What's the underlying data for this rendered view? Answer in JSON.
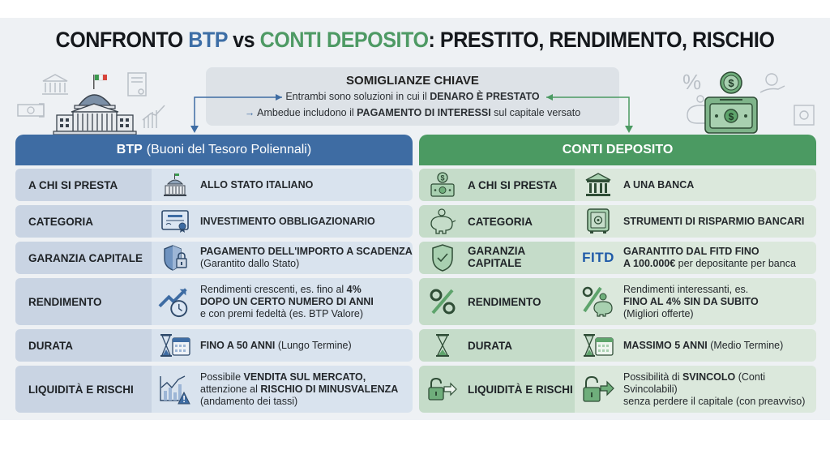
{
  "title": {
    "prefix": "CONFRONTO ",
    "btp": "BTP",
    "vs": " vs ",
    "conti": "CONTI DEPOSITO",
    "suffix": ": PRESTITO, RENDIMENTO, RISCHIO"
  },
  "similarities": {
    "heading": "SOMIGLIANZE CHIAVE",
    "line1_pre": "Entrambi sono soluzioni in cui il ",
    "line1_bold": "DENARO È PRESTATO",
    "line2_pre": "Ambedue includono il ",
    "line2_bold": "PAGAMENTO DI INTERESSI",
    "line2_post": " sul capitale versato"
  },
  "colors": {
    "btp_blue": "#3e6ca3",
    "conti_green": "#4b9a62",
    "background": "#eef1f4"
  },
  "btp": {
    "header_bold": "BTP",
    "header_rest": "(Buoni del Tesoro Poliennali)",
    "rows": [
      {
        "key": "A CHI SI PRESTA",
        "icon": "government-building-icon",
        "v_bold": "ALLO STATO ITALIANO",
        "v_rest": ""
      },
      {
        "key": "CATEGORIA",
        "icon": "certificate-icon",
        "v_bold": "INVESTIMENTO OBBLIGAZIONARIO",
        "v_rest": ""
      },
      {
        "key": "GARANZIA CAPITALE",
        "icon": "shield-lock-icon",
        "v_bold": "PAGAMENTO DELL'IMPORTO A SCADENZA",
        "v_rest": " (Garantito dallo Stato)"
      },
      {
        "key": "RENDIMENTO",
        "icon": "growth-clock-icon",
        "v_line1_pre": "Rendimenti crescenti, es. fino al ",
        "v_line1_bold": "4%",
        "v_line2_bold": "DOPO UN CERTO NUMERO DI ANNI",
        "v_line3": "e con premi fedeltà (es. BTP Valore)"
      },
      {
        "key": "DURATA",
        "icon": "hourglass-calendar-icon",
        "v_bold": "FINO A 50 ANNI",
        "v_rest": " (Lungo Termine)"
      },
      {
        "key": "LIQUIDITÀ E RISCHI",
        "icon": "chart-warning-icon",
        "v_line1_pre": "Possibile ",
        "v_line1_bold": "VENDITA SUL MERCATO,",
        "v_line2_pre": "attenzione al ",
        "v_line2_bold": "RISCHIO DI MINUSVALENZA",
        "v_line3": "(andamento dei tassi)"
      }
    ]
  },
  "conti": {
    "header": "CONTI DEPOSITO",
    "rows": [
      {
        "key": "A CHI SI PRESTA",
        "key_icon": "money-coin-icon",
        "icon": "bank-icon",
        "v_bold": "A UNA BANCA",
        "v_rest": ""
      },
      {
        "key": "CATEGORIA",
        "key_icon": "piggy-bank-icon",
        "icon": "safe-icon",
        "v_bold": "STRUMENTI DI RISPARMIO BANCARI",
        "v_rest": ""
      },
      {
        "key_line1": "GARANZIA",
        "key_line2": "CAPITALE",
        "key_icon": "shield-check-icon",
        "icon_text": "FITD",
        "v_line1_bold": "GARANTITO DAL FITD FINO",
        "v_line2_bold": "A 100.000€",
        "v_line2_rest": " per depositante per banca"
      },
      {
        "key": "RENDIMENTO",
        "key_icon": "percent-icon",
        "icon": "percent-piggy-icon",
        "v_line1": "Rendimenti interessanti, es.",
        "v_line2_bold": "FINO AL 4% SIN DA SUBITO",
        "v_line3": "(Migliori offerte)"
      },
      {
        "key": "DURATA",
        "key_icon": "hourglass-icon",
        "icon": "hourglass-calendar-icon",
        "v_bold": "MASSIMO 5 ANNI",
        "v_rest": " (Medio Termine)"
      },
      {
        "key": "LIQUIDITÀ E RISCHI",
        "key_icon": "unlock-arrow-icon",
        "icon": "unlock-arrow-icon",
        "v_line1_pre": "Possibilità di ",
        "v_line1_bold": "SVINCOLO",
        "v_line1_rest": " (Conti Svincolabili)",
        "v_line2": "senza perdere il capitale (con preavviso)"
      }
    ]
  }
}
